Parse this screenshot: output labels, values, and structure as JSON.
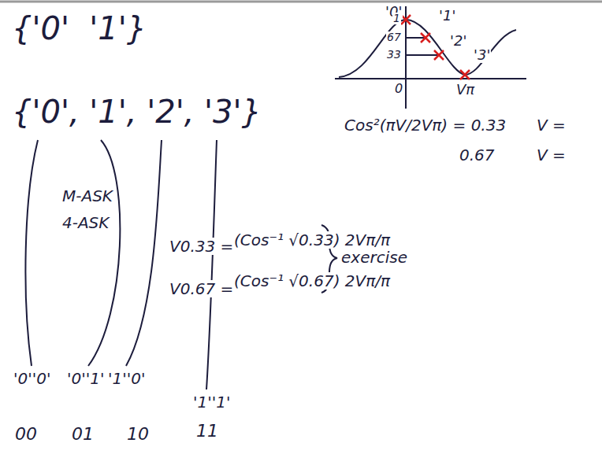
{
  "diagram": {
    "labels": [
      "{'0'  '1'}",
      "{'0', '1', '2', '3'}",
      "M-ASK",
      "4-ASK",
      "V0.33 =",
      "(Cos⁻¹ √0.33) 2Vπ/π",
      "V0.67 =",
      "(Cos⁻¹ √0.67) 2Vπ/π",
      "exercise",
      "'0''0'",
      "'0''1'",
      "'1''0'",
      "'1''1'",
      "00",
      "01",
      "10",
      "11",
      "'0'",
      "'1'",
      "'2'",
      "'3'",
      "1",
      "67",
      "33",
      "0",
      "Vπ",
      "Cos²(πV/2Vπ) = 0.33",
      "0.67",
      "V =",
      "V ="
    ]
  }
}
